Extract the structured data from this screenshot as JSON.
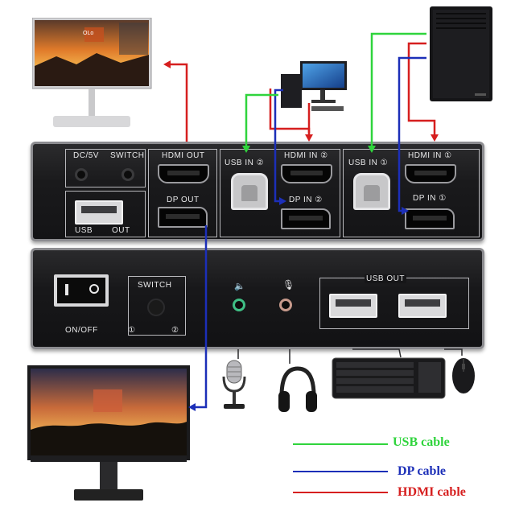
{
  "colors": {
    "usb": "#2fd43c",
    "dp": "#1c2fb8",
    "hdmi": "#d61f1f",
    "chassis": "#18181a",
    "panel_text": "#e9e9ea"
  },
  "back_panel": {
    "dc_label": "DC/5V",
    "switch_label": "SWITCH",
    "usb_label": "USB",
    "out_label": "OUT",
    "hdmi_out_label": "HDMI OUT",
    "dp_out_label": "DP OUT",
    "usb_in_2_label": "USB IN ②",
    "hdmi_in_2_label": "HDMI IN ②",
    "dp_in_2_label": "DP IN ②",
    "usb_in_1_label": "USB IN ①",
    "hdmi_in_1_label": "HDMI IN ①",
    "dp_in_1_label": "DP IN ①"
  },
  "front_panel": {
    "power_label": "ON/OFF",
    "switch_label": "SWITCH",
    "switch_pos_1": "①",
    "switch_pos_2": "②",
    "usb_out_label": "USB   OUT",
    "speaker_icon": "speaker-icon",
    "mic_icon": "microphone-icon"
  },
  "legend": {
    "usb": "USB cable",
    "dp": "DP cable",
    "hdmi": "HDMI cable"
  },
  "monitor_top": {
    "screen_logo": "OLo"
  }
}
